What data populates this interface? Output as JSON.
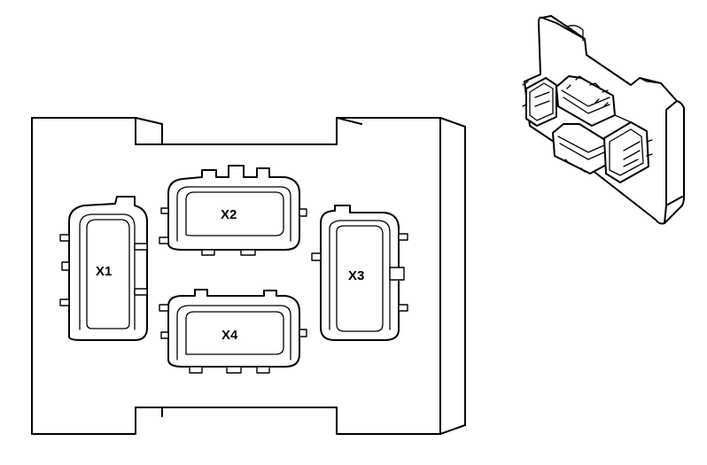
{
  "connectors": {
    "x1": {
      "label": "X1"
    },
    "x2": {
      "label": "X2"
    },
    "x3": {
      "label": "X3"
    },
    "x4": {
      "label": "X4"
    }
  },
  "colors": {
    "line": "#000000",
    "background": "#ffffff"
  }
}
